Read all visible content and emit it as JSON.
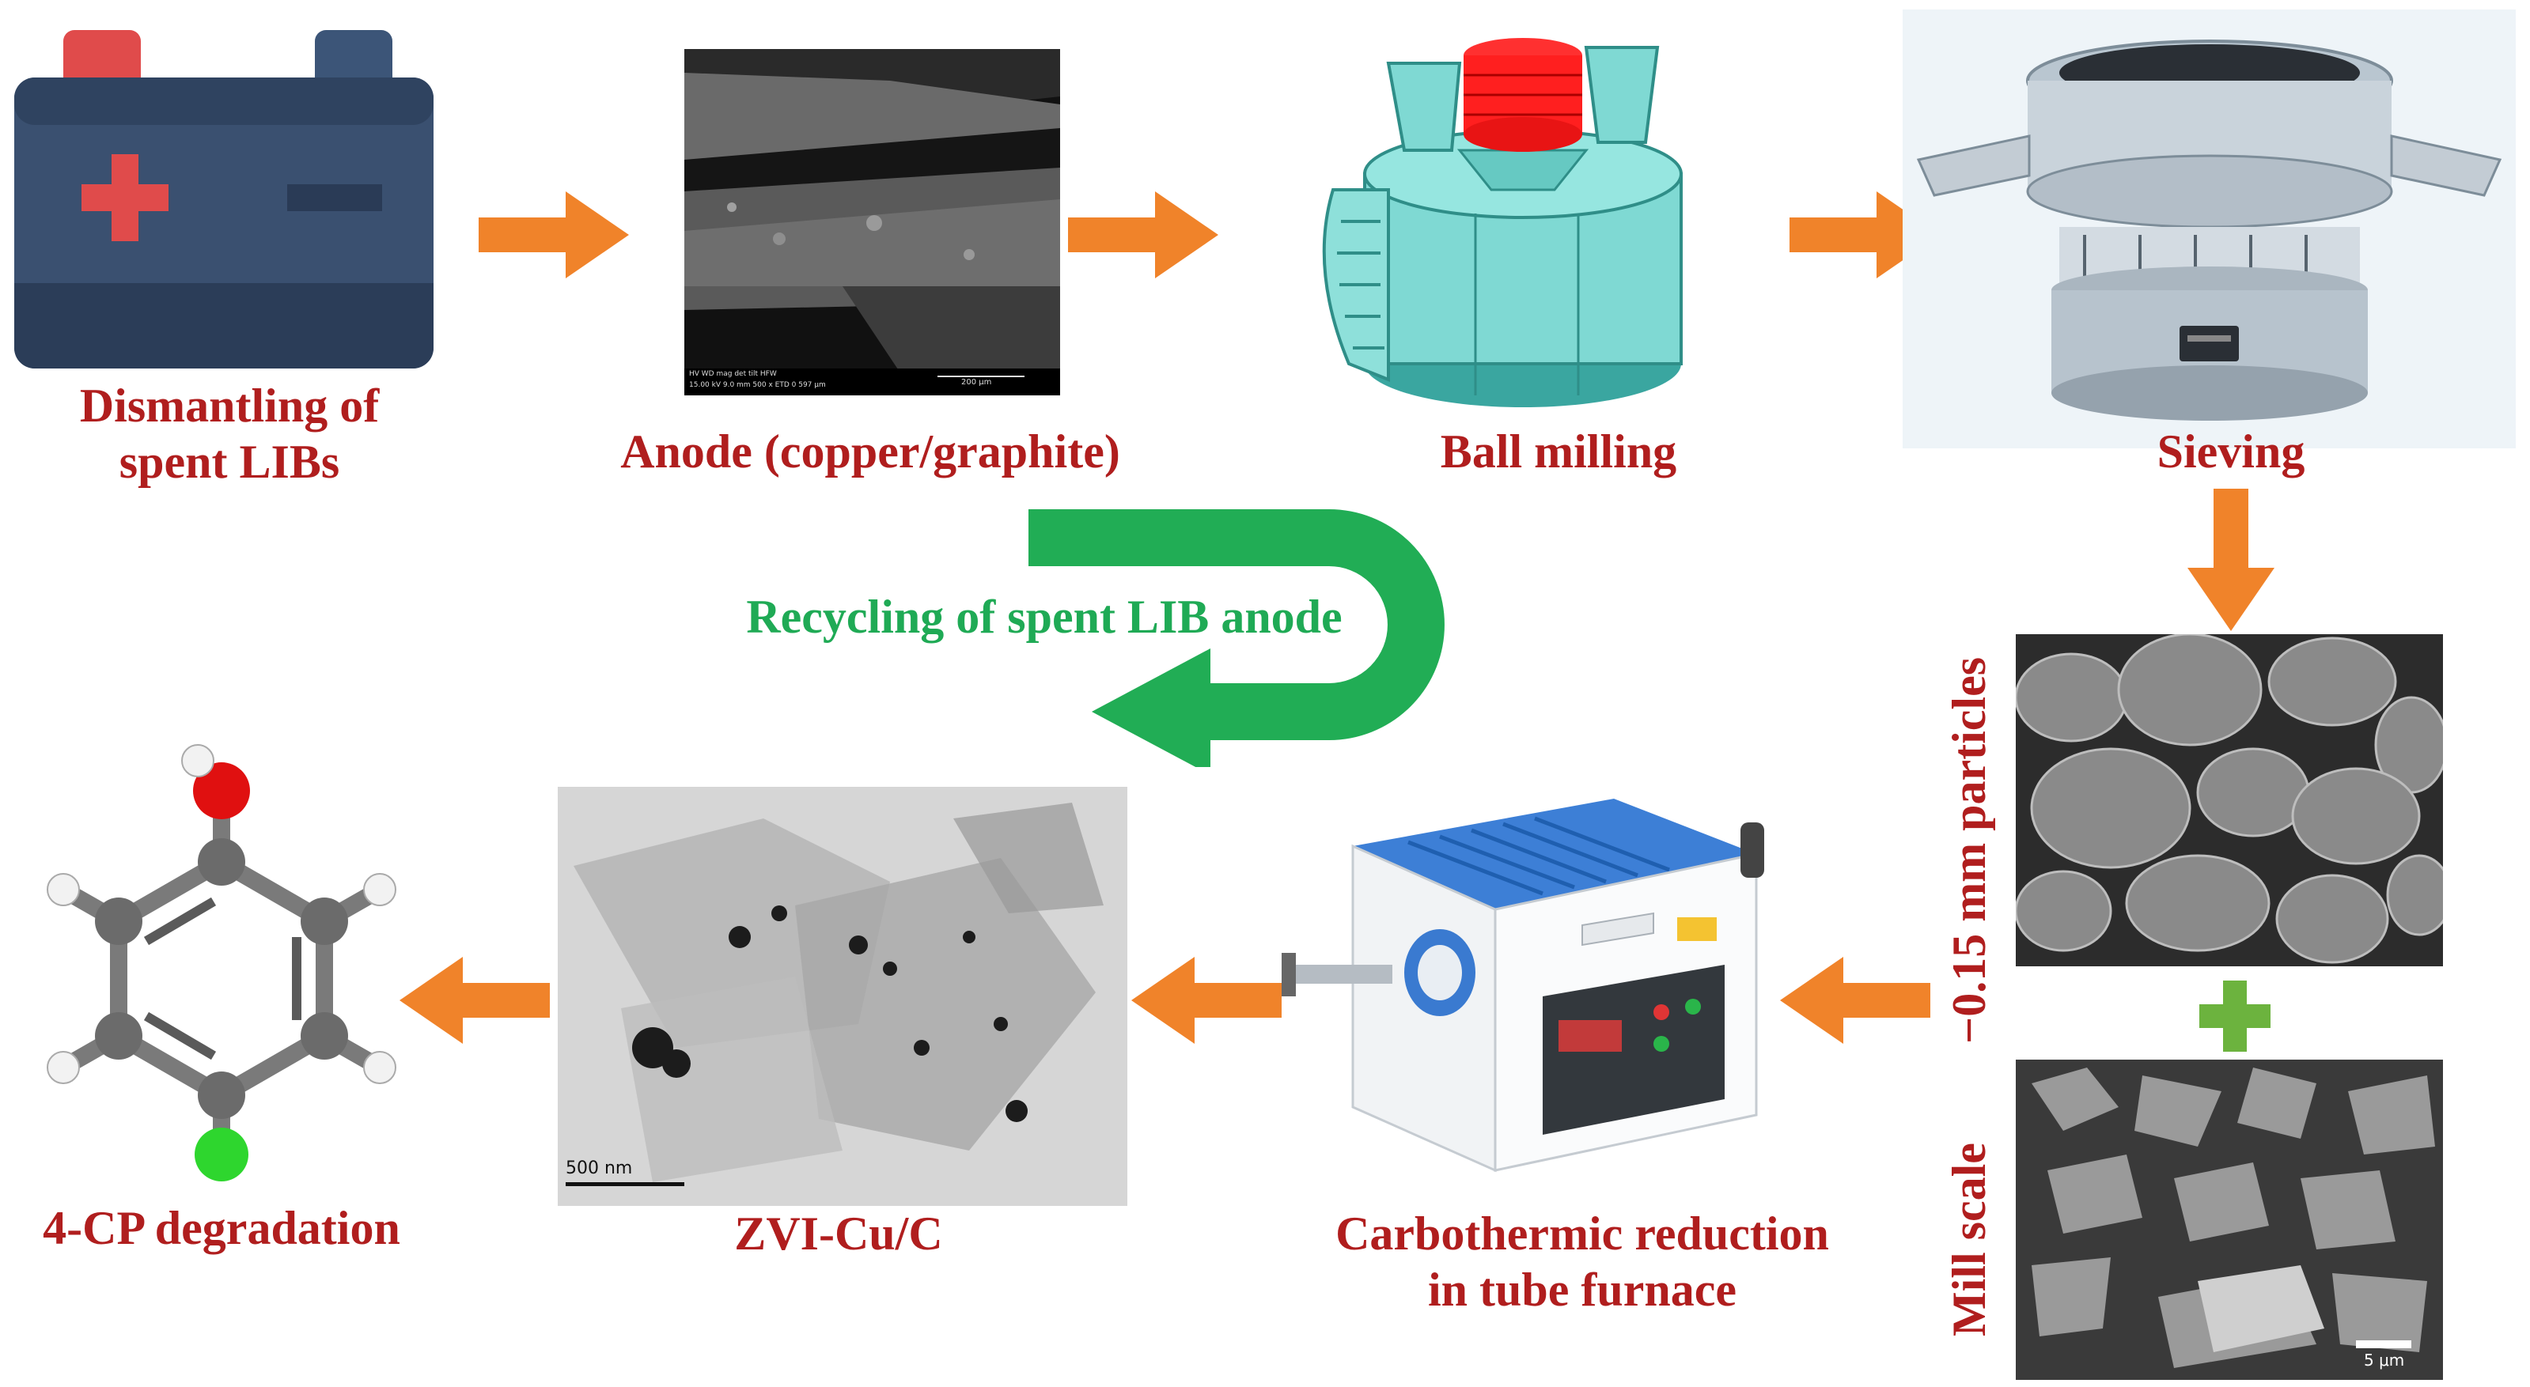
{
  "labels": {
    "dismantling": "Dismantling of\nspent LIBs",
    "anode": "Anode (copper/graphite)",
    "ball_milling": "Ball milling",
    "sieving": "Sieving",
    "particles": "−0.15 mm particles",
    "mill_scale": "Mill scale",
    "carbothermic": "Carbothermic reduction\nin tube furnace",
    "zvi": "ZVI-Cu/C",
    "cp": "4-CP degradation",
    "recycling": "Recycling of spent LIB anode"
  },
  "micrograph_text": {
    "sem_bar": "200 μm",
    "sem_info": "HV  WD  mag  det  tilt  HFW",
    "sem_info2": "15.00 kV 9.0 mm 500 x ETD 0  597 μm",
    "tem_bar": "500 nm",
    "mill_bar": "5 μm"
  },
  "colors": {
    "label_red": "#b01e1e",
    "arrow_orange": "#f0832a",
    "green": "#21ad55",
    "plus_green": "#6cb33e"
  }
}
